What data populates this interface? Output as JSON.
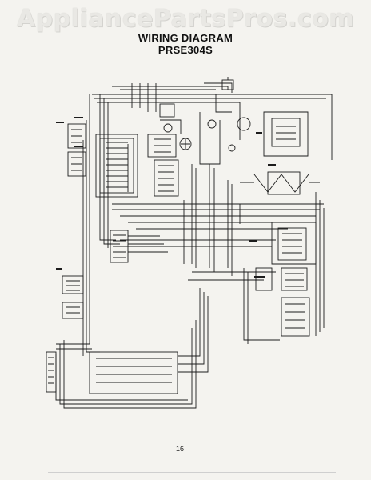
{
  "watermark": "AppliancePartsPros.com",
  "diagram": {
    "title": "WIRING DIAGRAM",
    "model": "PRSE304S"
  },
  "page_number": "16",
  "colors": {
    "wire": "#1c1c1c",
    "paper": "#f4f3ef"
  }
}
